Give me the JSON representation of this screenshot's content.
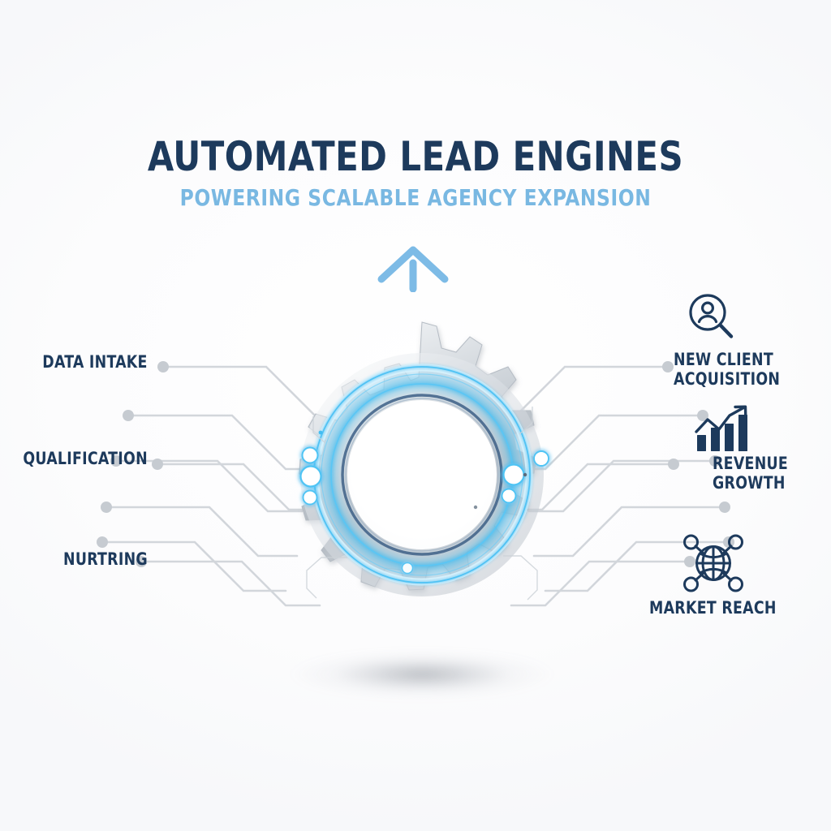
{
  "header": {
    "title": "AUTOMATED LEAD ENGINES",
    "subtitle": "POWERING SCALABLE AGENCY EXPANSION"
  },
  "colors": {
    "navy": "#1d3a5c",
    "sky_blue": "#79b8e2",
    "glow_cyan": "#2fb8f0",
    "trace_gray": "#cfd4d9",
    "gear_silver": "#c9ced4",
    "background": "#fdfdfd"
  },
  "center": {
    "icon": "gear-icon",
    "label": "automation-engine-gear"
  },
  "up_arrow": {
    "icon": "arrow-up-icon"
  },
  "inputs": {
    "side": "left",
    "items": [
      {
        "label": "DATA INTAKE",
        "name": "input-data-intake"
      },
      {
        "label": "QUALIFICATION",
        "name": "input-qualification"
      },
      {
        "label": "NURTRING",
        "name": "input-nurtring"
      }
    ]
  },
  "outputs": {
    "side": "right",
    "items": [
      {
        "label": "NEW CLIENT\nACQUISITION",
        "line1": "NEW CLIENT",
        "line2": "ACQUISITION",
        "icon": "person-search-icon",
        "name": "output-new-client-acquisition"
      },
      {
        "label": "REVENUE\nGROWTH",
        "line1": "REVENUE",
        "line2": "GROWTH",
        "icon": "bar-chart-growth-icon",
        "name": "output-revenue-growth"
      },
      {
        "label": "MARKET REACH",
        "line1": "MARKET REACH",
        "line2": "",
        "icon": "globe-network-icon",
        "name": "output-market-reach"
      }
    ]
  },
  "chart_data": {
    "type": "diagram",
    "title": "AUTOMATED LEAD ENGINES",
    "subtitle": "POWERING SCALABLE AGENCY EXPANSION",
    "structure": "hub-and-spoke",
    "hub": "gear",
    "left_nodes": [
      "DATA INTAKE",
      "QUALIFICATION",
      "NURTRING"
    ],
    "right_nodes": [
      "NEW CLIENT ACQUISITION",
      "REVENUE GROWTH",
      "MARKET REACH"
    ],
    "left_connector_count": 7,
    "right_connector_count": 7
  }
}
